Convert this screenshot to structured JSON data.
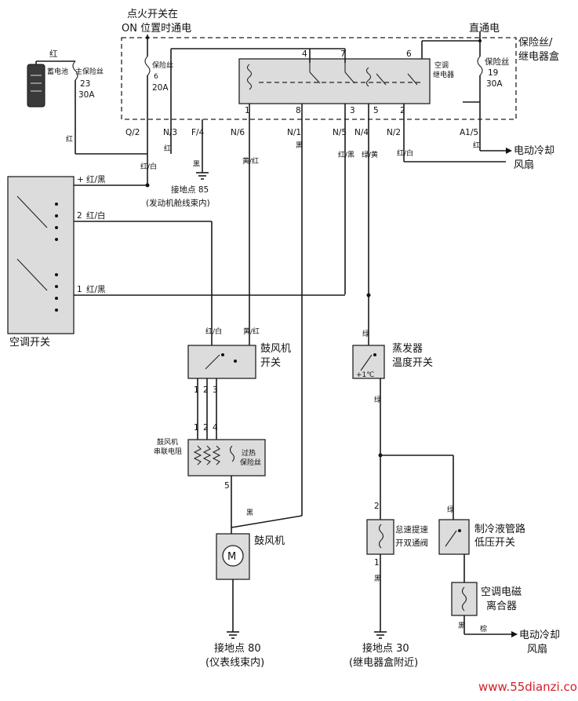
{
  "labels": {
    "ignition_line1": "点火开关在",
    "ignition_line2": "ON 位置时通电",
    "direct_power": "直通电",
    "fuse_relay_box_line1": "保险丝/",
    "fuse_relay_box_line2": "继电器盒",
    "battery_red": "红",
    "battery": "蓄电池",
    "main_fuse": "主保险丝",
    "main_fuse_no": "23",
    "main_fuse_amp": "30A",
    "fuse6_label": "保险丝",
    "fuse6_no": "6",
    "fuse6_amp": "20A",
    "fuse19_label": "保险丝",
    "fuse19_no": "19",
    "fuse19_amp": "30A",
    "ac_relay_line1": "空调",
    "ac_relay_line2": "继电器",
    "relay_pin4": "4",
    "relay_pin7": "7",
    "relay_pin6": "6",
    "relay_pin1": "1",
    "relay_pin8": "8",
    "relay_pin3": "3",
    "relay_pin5": "5",
    "relay_pin2": "2",
    "conn_q2": "Q/2",
    "conn_n3": "N/3",
    "conn_f4": "F/4",
    "conn_n6": "N/6",
    "conn_n1": "N/1",
    "conn_n5": "N/5",
    "conn_n4": "N/4",
    "conn_n2": "N/2",
    "conn_a15": "A1/5",
    "wire_red_white": "红/白",
    "wire_red": "红",
    "wire_black": "黑",
    "wire_yellow_red": "黄/红",
    "wire_red_black": "红/黑",
    "wire_green_yellow": "绿/黄",
    "wire_green": "绿",
    "wire_brown": "棕",
    "cooling_fan_line1": "电动冷却",
    "cooling_fan_line2": "风扇",
    "ground85_line1": "接地点 85",
    "ground85_line2": "(发动机舱线束内)",
    "ac_switch": "空调开关",
    "sw_plus": "+",
    "sw_pin2": "2",
    "sw_pin1": "1",
    "wire_red_black_2": "红/黑",
    "wire_red_white_2": "红/白",
    "wire_red_black_3": "红/黑",
    "blower_switch_line1": "鼓风机",
    "blower_switch_line2": "开关",
    "bs_pin1": "1",
    "bs_pin2": "2",
    "bs_pin3": "3",
    "bs_pin4": "4",
    "resistor_line1": "鼓风机",
    "resistor_line2": "串联电阻",
    "thermal_fuse_line1": "过热",
    "thermal_fuse_line2": "保险丝",
    "res_pin5": "5",
    "blower_motor": "鼓风机",
    "motor_symbol": "M",
    "ground80_line1": "接地点 80",
    "ground80_line2": "(仪表线束内)",
    "evap_switch_line1": "蒸发器",
    "evap_switch_line2": "温度开关",
    "evap_temp": "+1℃",
    "valve_line1": "怠速提速",
    "valve_line2": "开双通阀",
    "valve_pin2": "2",
    "valve_pin1": "1",
    "lowpressure_line1": "制冷液管路",
    "lowpressure_line2": "低压开关",
    "clutch_line1": "空调电磁",
    "clutch_line2": "离合器",
    "ground30_line1": "接地点 30",
    "ground30_line2": "(继电器盒附近)",
    "fan2_line1": "电动冷却",
    "fan2_line2": "风扇",
    "watermark": "www.55dianzi.com"
  }
}
